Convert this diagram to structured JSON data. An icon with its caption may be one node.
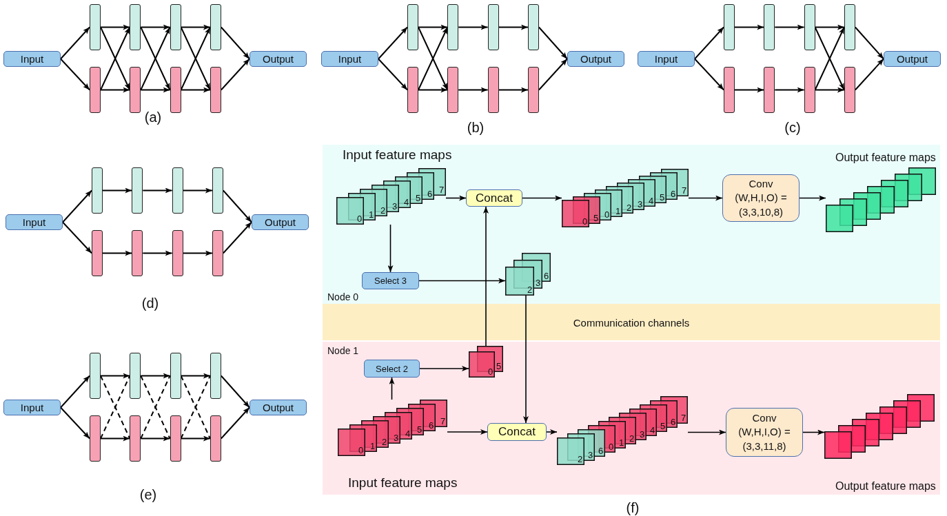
{
  "diagram": {
    "nodes": [
      {
        "text": [
          "Input"
        ]
      },
      {
        "text": [],
        "shape": "bar"
      },
      {
        "text": [],
        "shape": "bar"
      },
      {
        "text": [],
        "shape": "bar"
      },
      {
        "text": [],
        "shape": "bar"
      },
      {
        "text": [],
        "shape": "bar"
      },
      {
        "text": [],
        "shape": "bar"
      },
      {
        "text": [],
        "shape": "bar"
      },
      {
        "text": [],
        "shape": "bar"
      },
      {
        "text": [
          "Output"
        ]
      },
      {
        "text": [
          "Input"
        ]
      },
      {
        "text": [],
        "shape": "bar"
      },
      {
        "text": [],
        "shape": "bar"
      },
      {
        "text": [],
        "shape": "bar"
      },
      {
        "text": [],
        "shape": "bar"
      },
      {
        "text": [],
        "shape": "bar"
      },
      {
        "text": [],
        "shape": "bar"
      },
      {
        "text": [],
        "shape": "bar"
      },
      {
        "text": [],
        "shape": "bar"
      },
      {
        "text": [
          "Output"
        ]
      },
      {
        "text": [
          "Input"
        ]
      },
      {
        "text": [],
        "shape": "bar"
      },
      {
        "text": [],
        "shape": "bar"
      },
      {
        "text": [],
        "shape": "bar"
      },
      {
        "text": [],
        "shape": "bar"
      },
      {
        "text": [],
        "shape": "bar"
      },
      {
        "text": [],
        "shape": "bar"
      },
      {
        "text": [],
        "shape": "bar"
      },
      {
        "text": [],
        "shape": "bar"
      },
      {
        "text": [
          "Output"
        ]
      },
      {
        "text": [
          "Input"
        ]
      },
      {
        "text": [],
        "shape": "bar"
      },
      {
        "text": [],
        "shape": "bar"
      },
      {
        "text": [],
        "shape": "bar"
      },
      {
        "text": [],
        "shape": "bar"
      },
      {
        "text": [],
        "shape": "bar"
      },
      {
        "text": [],
        "shape": "bar"
      },
      {
        "text": [],
        "shape": "bar"
      },
      {
        "text": [],
        "shape": "bar"
      },
      {
        "text": [
          "Output"
        ]
      },
      {
        "text": [
          "Input"
        ]
      },
      {
        "text": [],
        "shape": "bar"
      },
      {
        "text": [],
        "shape": "bar"
      },
      {
        "text": [],
        "shape": "bar"
      },
      {
        "text": [],
        "shape": "bar"
      },
      {
        "text": [],
        "shape": "bar"
      },
      {
        "text": [],
        "shape": "bar"
      },
      {
        "text": [],
        "shape": "bar"
      },
      {
        "text": [],
        "shape": "bar"
      },
      {
        "text": [
          "Output"
        ]
      },
      {
        "text": [
          "Node 0"
        ]
      },
      {
        "text": [
          "0",
          "1",
          "2",
          "3",
          "4",
          "5",
          "6",
          "7"
        ],
        "in": 50,
        "beside": [
          "Input feature maps"
        ]
      },
      {
        "text": [
          "Concat"
        ],
        "in": 50
      },
      {
        "text": [
          "0",
          "5",
          "0",
          "1",
          "2",
          "3",
          "4",
          "5",
          "6",
          "7"
        ],
        "in": 50
      },
      {
        "text": [
          "Conv",
          "(W,H,I,O) = (3,3,10,8)"
        ],
        "in": 50
      },
      {
        "text": [],
        "shape": "box",
        "in": 50,
        "beside": [
          "Output feature maps"
        ]
      },
      {
        "text": [
          "Select 3"
        ],
        "in": 50
      },
      {
        "text": [
          "2",
          "3",
          "6"
        ],
        "in": 50
      },
      {
        "text": [
          "Communication channels"
        ]
      },
      {
        "text": [
          "Node 1"
        ]
      },
      {
        "text": [
          "Select 2"
        ],
        "in": 59
      },
      {
        "text": [
          "0",
          "5"
        ],
        "in": 59
      },
      {
        "text": [
          "0",
          "1",
          "2",
          "3",
          "4",
          "5",
          "6",
          "7"
        ],
        "in": 59,
        "beside": [
          "Input feature maps"
        ]
      },
      {
        "text": [
          "Concat"
        ],
        "in": 59
      },
      {
        "text": [
          "2",
          "3",
          "6",
          "0",
          "1",
          "2",
          "3",
          "4",
          "5",
          "6",
          "7"
        ],
        "in": 59
      },
      {
        "text": [
          "Conv",
          "(W,H,I,O) = (3,3,11,8)"
        ],
        "in": 59
      },
      {
        "text": [],
        "shape": "box",
        "in": 59,
        "beside": [
          "Output feature maps"
        ]
      }
    ],
    "edges": [
      {
        "from": 0,
        "to": 1,
        "arrow": "to"
      },
      {
        "from": 0,
        "to": 5,
        "arrow": "to"
      },
      {
        "from": 1,
        "to": 2,
        "arrow": "to"
      },
      {
        "from": 1,
        "to": 6,
        "arrow": "to"
      },
      {
        "from": 5,
        "to": 6,
        "arrow": "to"
      },
      {
        "from": 5,
        "to": 2,
        "arrow": "to"
      },
      {
        "from": 2,
        "to": 3,
        "arrow": "to"
      },
      {
        "from": 2,
        "to": 7,
        "arrow": "to"
      },
      {
        "from": 6,
        "to": 7,
        "arrow": "to"
      },
      {
        "from": 6,
        "to": 3,
        "arrow": "to"
      },
      {
        "from": 3,
        "to": 4,
        "arrow": "to"
      },
      {
        "from": 3,
        "to": 8,
        "arrow": "to"
      },
      {
        "from": 7,
        "to": 8,
        "arrow": "to"
      },
      {
        "from": 7,
        "to": 4,
        "arrow": "to"
      },
      {
        "from": 4,
        "to": 9,
        "arrow": "to"
      },
      {
        "from": 8,
        "to": 9,
        "arrow": "to"
      },
      {
        "from": 10,
        "to": 11,
        "arrow": "to"
      },
      {
        "from": 10,
        "to": 15,
        "arrow": "to"
      },
      {
        "from": 11,
        "to": 12,
        "arrow": "to"
      },
      {
        "from": 11,
        "to": 16,
        "arrow": "to"
      },
      {
        "from": 15,
        "to": 16,
        "arrow": "to"
      },
      {
        "from": 15,
        "to": 12,
        "arrow": "to"
      },
      {
        "from": 12,
        "to": 13,
        "arrow": "to"
      },
      {
        "from": 16,
        "to": 17,
        "arrow": "to"
      },
      {
        "from": 13,
        "to": 14,
        "arrow": "to"
      },
      {
        "from": 17,
        "to": 18,
        "arrow": "to"
      },
      {
        "from": 14,
        "to": 19,
        "arrow": "to"
      },
      {
        "from": 18,
        "to": 19,
        "arrow": "to"
      },
      {
        "from": 20,
        "to": 21,
        "arrow": "to"
      },
      {
        "from": 20,
        "to": 25,
        "arrow": "to"
      },
      {
        "from": 21,
        "to": 22,
        "arrow": "to"
      },
      {
        "from": 25,
        "to": 26,
        "arrow": "to"
      },
      {
        "from": 22,
        "to": 23,
        "arrow": "to"
      },
      {
        "from": 26,
        "to": 27,
        "arrow": "to"
      },
      {
        "from": 23,
        "to": 24,
        "arrow": "to"
      },
      {
        "from": 23,
        "to": 28,
        "arrow": "to"
      },
      {
        "from": 27,
        "to": 28,
        "arrow": "to"
      },
      {
        "from": 27,
        "to": 24,
        "arrow": "to"
      },
      {
        "from": 24,
        "to": 29,
        "arrow": "to"
      },
      {
        "from": 28,
        "to": 29,
        "arrow": "to"
      },
      {
        "from": 30,
        "to": 31,
        "arrow": "to"
      },
      {
        "from": 30,
        "to": 35,
        "arrow": "to"
      },
      {
        "from": 31,
        "to": 32,
        "arrow": "to"
      },
      {
        "from": 35,
        "to": 36,
        "arrow": "to"
      },
      {
        "from": 32,
        "to": 33,
        "arrow": "to"
      },
      {
        "from": 36,
        "to": 37,
        "arrow": "to"
      },
      {
        "from": 33,
        "to": 34,
        "arrow": "to"
      },
      {
        "from": 37,
        "to": 38,
        "arrow": "to"
      },
      {
        "from": 34,
        "to": 39,
        "arrow": "to"
      },
      {
        "from": 38,
        "to": 39,
        "arrow": "to"
      },
      {
        "from": 40,
        "to": 41,
        "arrow": "to"
      },
      {
        "from": 40,
        "to": 45,
        "arrow": "to"
      },
      {
        "from": 41,
        "to": 42,
        "arrow": "to"
      },
      {
        "from": 41,
        "to": 46,
        "arrow": "none",
        "style": "dashed"
      },
      {
        "from": 45,
        "to": 46,
        "arrow": "to"
      },
      {
        "from": 45,
        "to": 42,
        "arrow": "none",
        "style": "dashed"
      },
      {
        "from": 42,
        "to": 43,
        "arrow": "to"
      },
      {
        "from": 42,
        "to": 47,
        "arrow": "none",
        "style": "dashed"
      },
      {
        "from": 46,
        "to": 47,
        "arrow": "to"
      },
      {
        "from": 46,
        "to": 43,
        "arrow": "none",
        "style": "dashed"
      },
      {
        "from": 43,
        "to": 44,
        "arrow": "to"
      },
      {
        "from": 43,
        "to": 48,
        "arrow": "none",
        "style": "dashed"
      },
      {
        "from": 47,
        "to": 48,
        "arrow": "to"
      },
      {
        "from": 47,
        "to": 44,
        "arrow": "none",
        "style": "dashed"
      },
      {
        "from": 44,
        "to": 49,
        "arrow": "to"
      },
      {
        "from": 48,
        "to": 49,
        "arrow": "to"
      },
      {
        "from": 51,
        "to": 52,
        "arrow": "to"
      },
      {
        "from": 52,
        "to": 53,
        "arrow": "to"
      },
      {
        "from": 53,
        "to": 54,
        "arrow": "to"
      },
      {
        "from": 54,
        "to": 55,
        "arrow": "to"
      },
      {
        "from": 51,
        "to": 56,
        "arrow": "to"
      },
      {
        "from": 56,
        "to": 57,
        "arrow": "to"
      },
      {
        "from": 61,
        "to": 52,
        "arrow": "to"
      },
      {
        "from": 57,
        "to": 63,
        "arrow": "to"
      },
      {
        "from": 62,
        "to": 60,
        "arrow": "to"
      },
      {
        "from": 60,
        "to": 61,
        "arrow": "to"
      },
      {
        "from": 62,
        "to": 63,
        "arrow": "to"
      },
      {
        "from": 63,
        "to": 64,
        "arrow": "to"
      },
      {
        "from": 64,
        "to": 65,
        "arrow": "to"
      },
      {
        "from": 65,
        "to": 66,
        "arrow": "to"
      }
    ],
    "labels": [
      "(a)",
      "(b)",
      "(c)",
      "(d)",
      "(e)",
      "(f)"
    ]
  }
}
